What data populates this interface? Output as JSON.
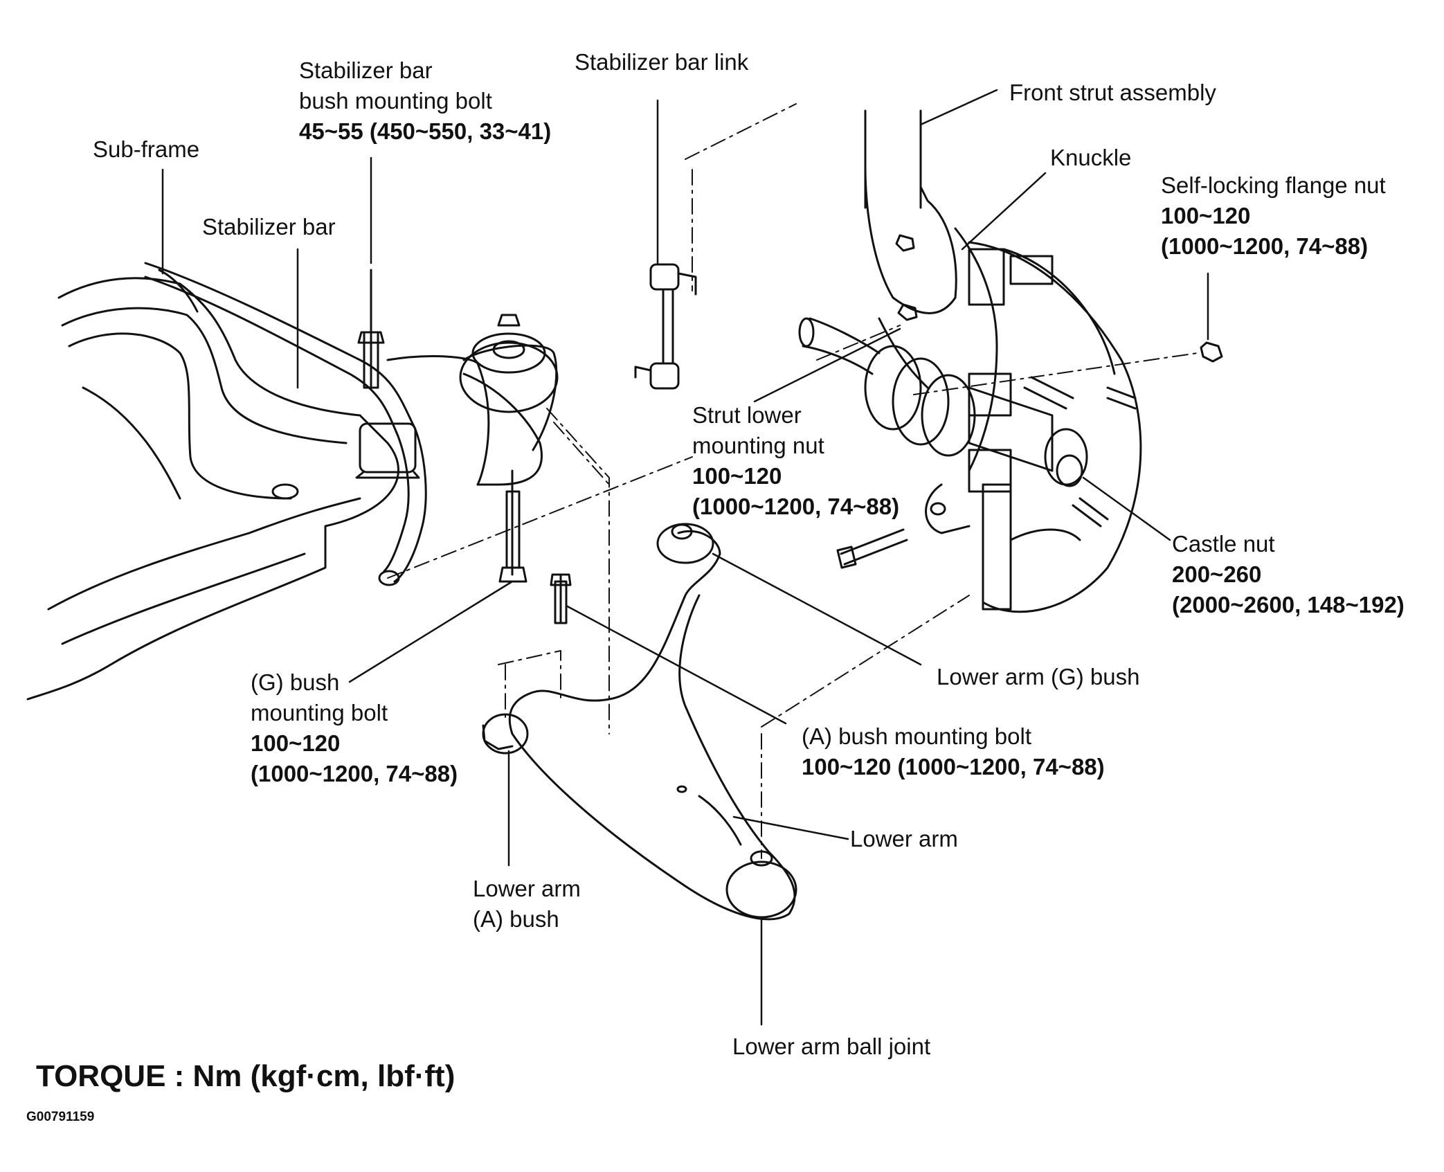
{
  "labels": {
    "stab_bolt": {
      "l1": "Stabilizer bar",
      "l2": "bush mounting bolt",
      "t": "45~55  (450~550, 33~41)"
    },
    "stab_link": {
      "l1": "Stabilizer bar link"
    },
    "front_strut": {
      "l1": "Front strut assembly"
    },
    "knuckle": {
      "l1": "Knuckle"
    },
    "self_lock": {
      "l1": "Self-locking flange nut",
      "t1": "100~120",
      "t2": "(1000~1200, 74~88)"
    },
    "sub_frame": {
      "l1": "Sub-frame"
    },
    "stab_bar": {
      "l1": "Stabilizer bar"
    },
    "strut_nut": {
      "l1": "Strut lower",
      "l2": "mounting nut",
      "t1": "100~120",
      "t2": "(1000~1200, 74~88)"
    },
    "castle": {
      "l1": "Castle nut",
      "t1": "200~260",
      "t2": "(2000~2600, 148~192)"
    },
    "g_bolt": {
      "l1": "(G) bush",
      "l2": "mounting bolt",
      "t1": "100~120",
      "t2": "(1000~1200, 74~88)"
    },
    "g_bush": {
      "l1": "Lower arm (G) bush"
    },
    "a_bolt": {
      "l1": "(A) bush mounting bolt",
      "t": "100~120  (1000~1200, 74~88)"
    },
    "lower_arm": {
      "l1": "Lower arm"
    },
    "a_bush": {
      "l1": "Lower arm",
      "l2": "(A) bush"
    },
    "ball_joint": {
      "l1": "Lower arm ball joint"
    }
  },
  "footer": {
    "torque": "TORQUE : Nm (kgf·cm, lbf·ft)",
    "code": "G00791159"
  }
}
